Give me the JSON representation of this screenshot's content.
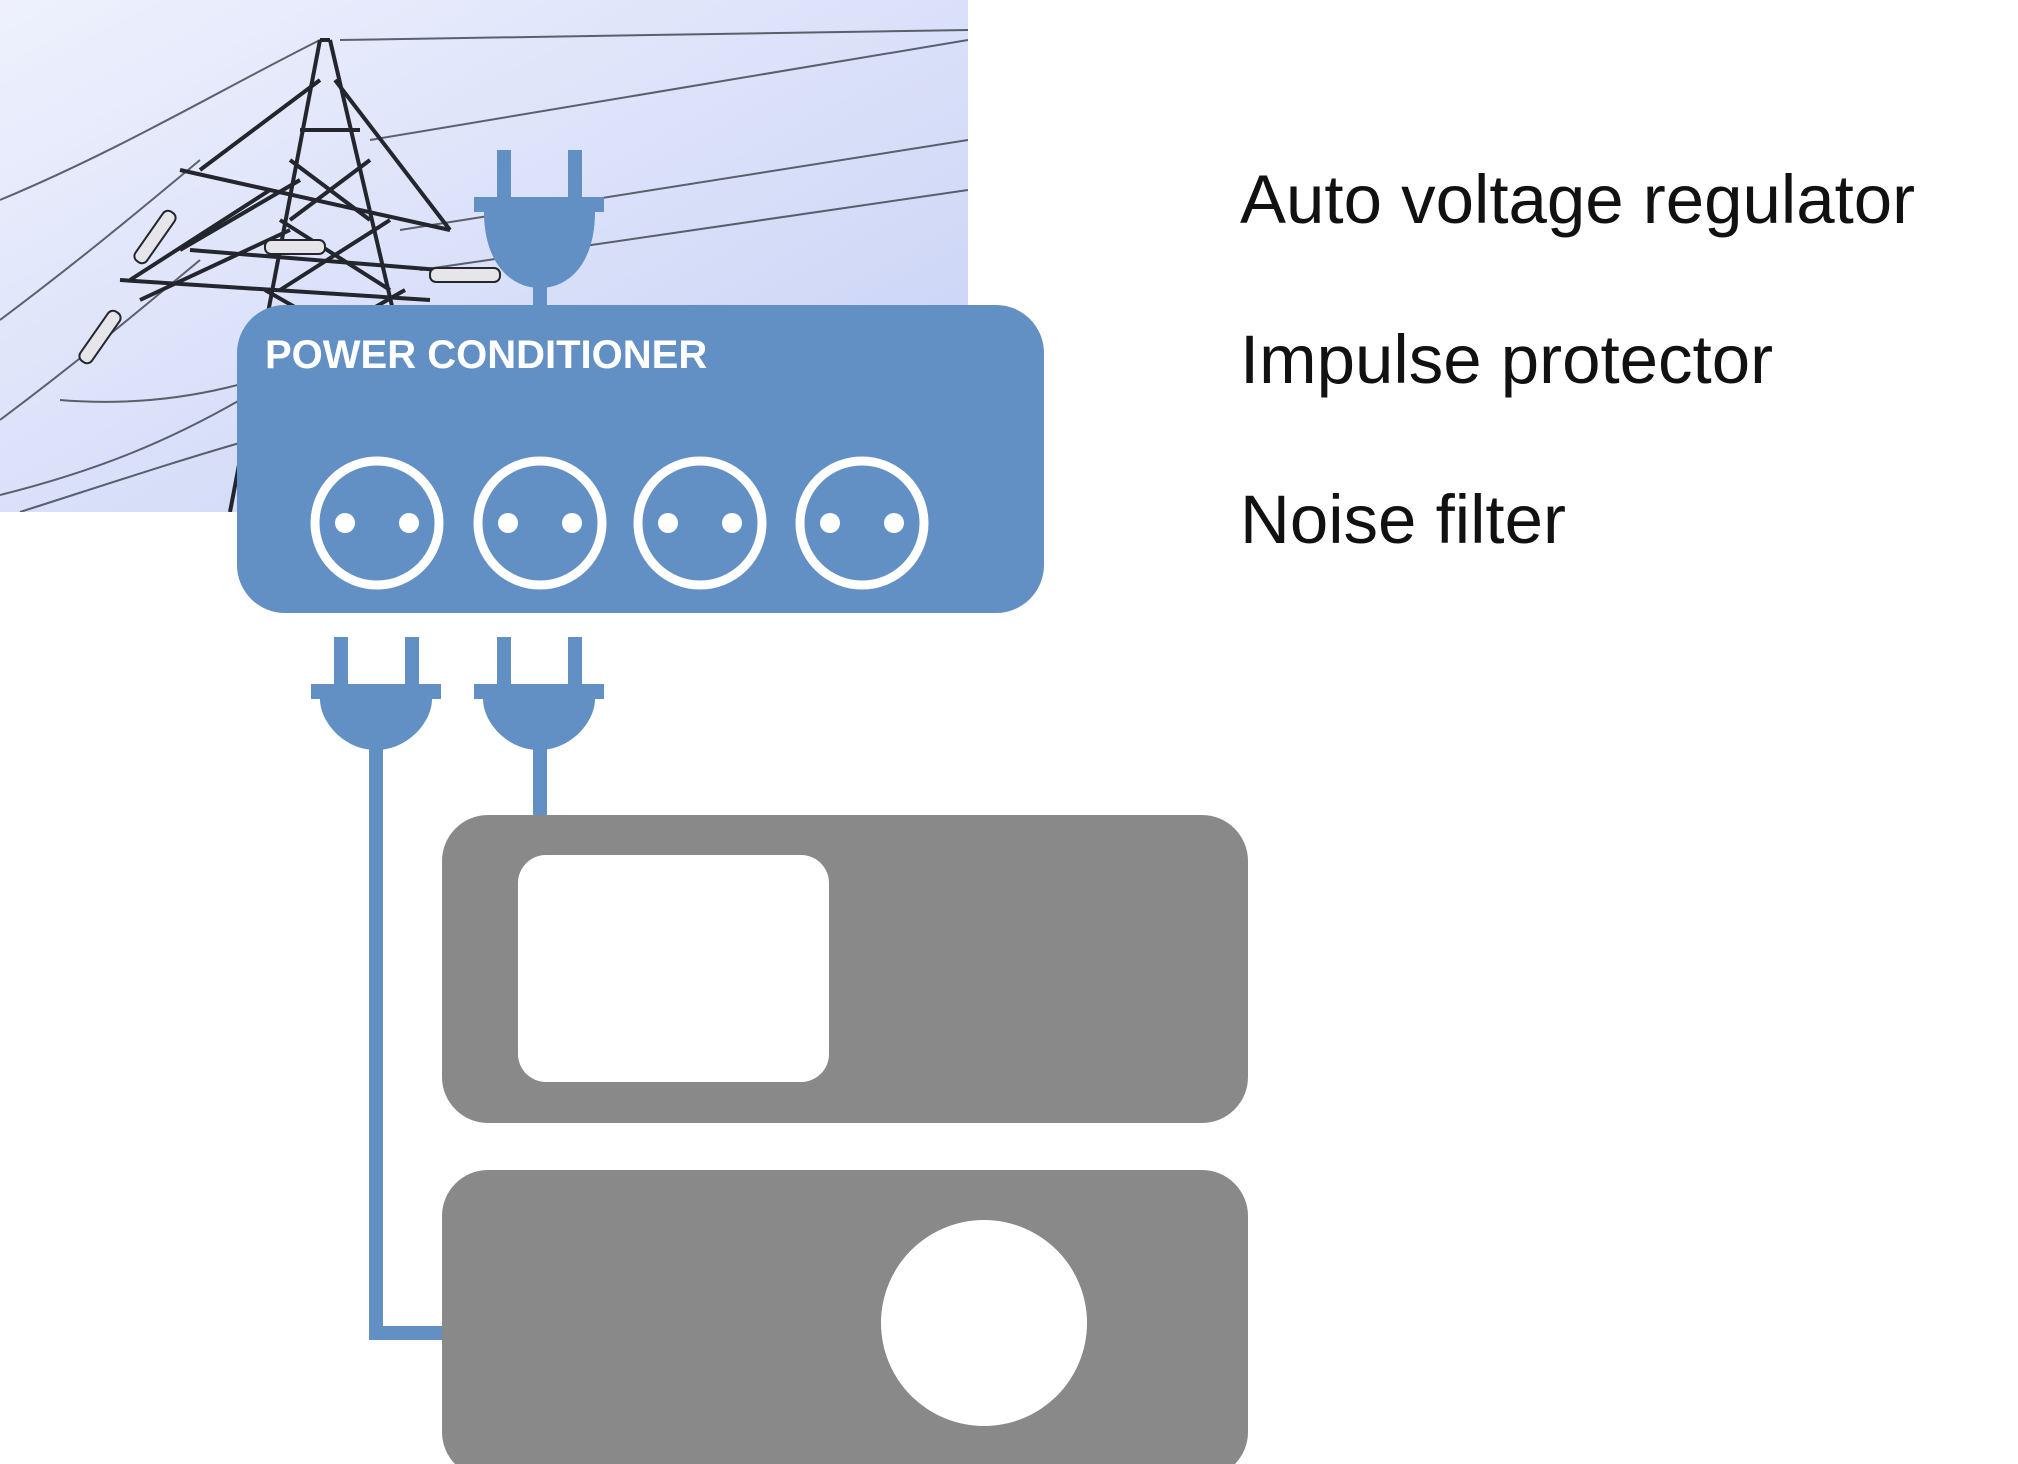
{
  "device": {
    "title": "POWER CONDITIONER",
    "outlet_count": 4
  },
  "features": [
    "Auto voltage regulator",
    "Impulse protector",
    "Noise filter"
  ],
  "colors": {
    "conditioner": "#6290c5",
    "equipment": "#898989",
    "sky_top": "#eef1fd",
    "sky_bottom": "#c9d3f6",
    "white": "#ffffff"
  },
  "icons": [
    "power-tower-photo",
    "plug-icon",
    "outlet-icon",
    "screen-device",
    "speaker-device"
  ]
}
